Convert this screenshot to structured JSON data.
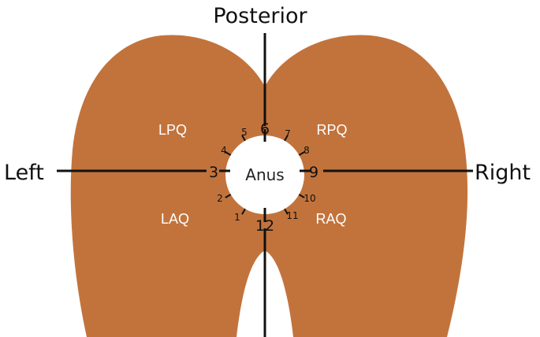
{
  "directions": {
    "posterior": "Posterior",
    "left": "Left",
    "right": "Right"
  },
  "center": {
    "label": "Anus"
  },
  "quadrants": {
    "lpq": "LPQ",
    "rpq": "RPQ",
    "laq": "LAQ",
    "raq": "RAQ"
  },
  "clock_positions": {
    "major": [
      "3",
      "6",
      "9",
      "12"
    ],
    "minor": [
      "1",
      "2",
      "4",
      "5",
      "7",
      "8",
      "10",
      "11"
    ]
  },
  "colors": {
    "region_fill": "#C2733C",
    "center_fill": "#ffffff",
    "line": "#111111",
    "quadrant_text": "#ffffff"
  }
}
